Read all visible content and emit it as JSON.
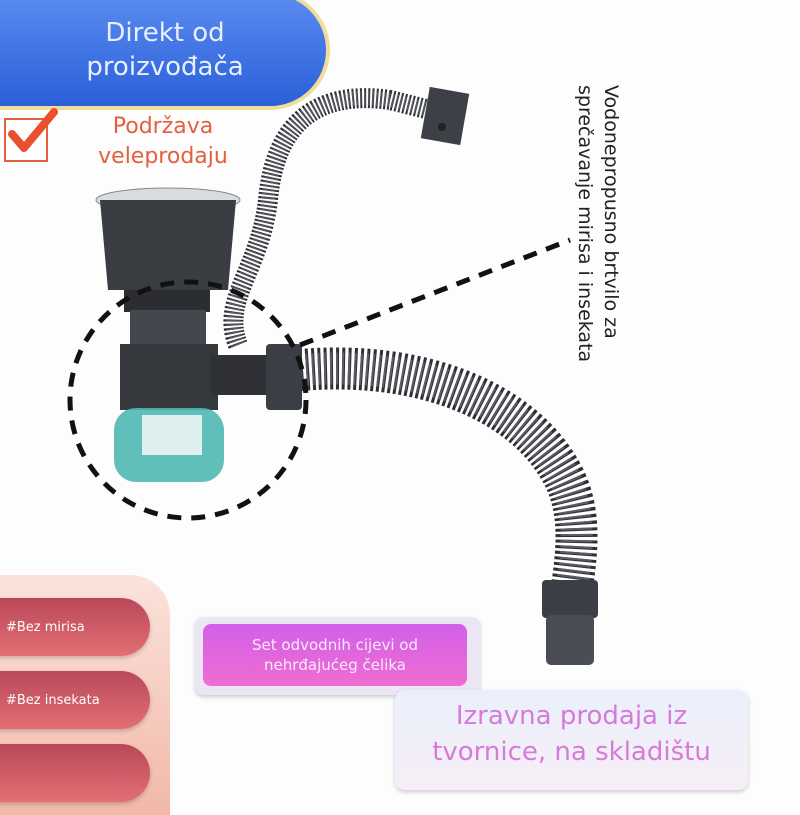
{
  "banner": {
    "line1": "Direkt od",
    "line2": "proizvođača"
  },
  "wholesale": {
    "line1": "Podržava",
    "line2": "veleprodaju",
    "icon": "checkmark-icon"
  },
  "seal_callout": {
    "line1": "Vodonepropusno brtvilo za",
    "line2": "sprečavanje mirisa i insekata"
  },
  "tags": [
    "#Bez mirisa",
    "#Bez insekata",
    ""
  ],
  "set_label": {
    "line1": "Set odvodnih cijevi od",
    "line2": "nehrđajućeg čelika"
  },
  "direct_sale": {
    "line1": "Izravna prodaja iz",
    "line2": "tvornice, na skladištu"
  },
  "colors": {
    "banner": "#2a5fd8",
    "accent": "#e4603c",
    "tag": "#c9525f",
    "set": "#d862e6",
    "direct_text": "#d87ad8",
    "pipe": "#3a3d42",
    "trap_cup": "#4fb8b0"
  }
}
